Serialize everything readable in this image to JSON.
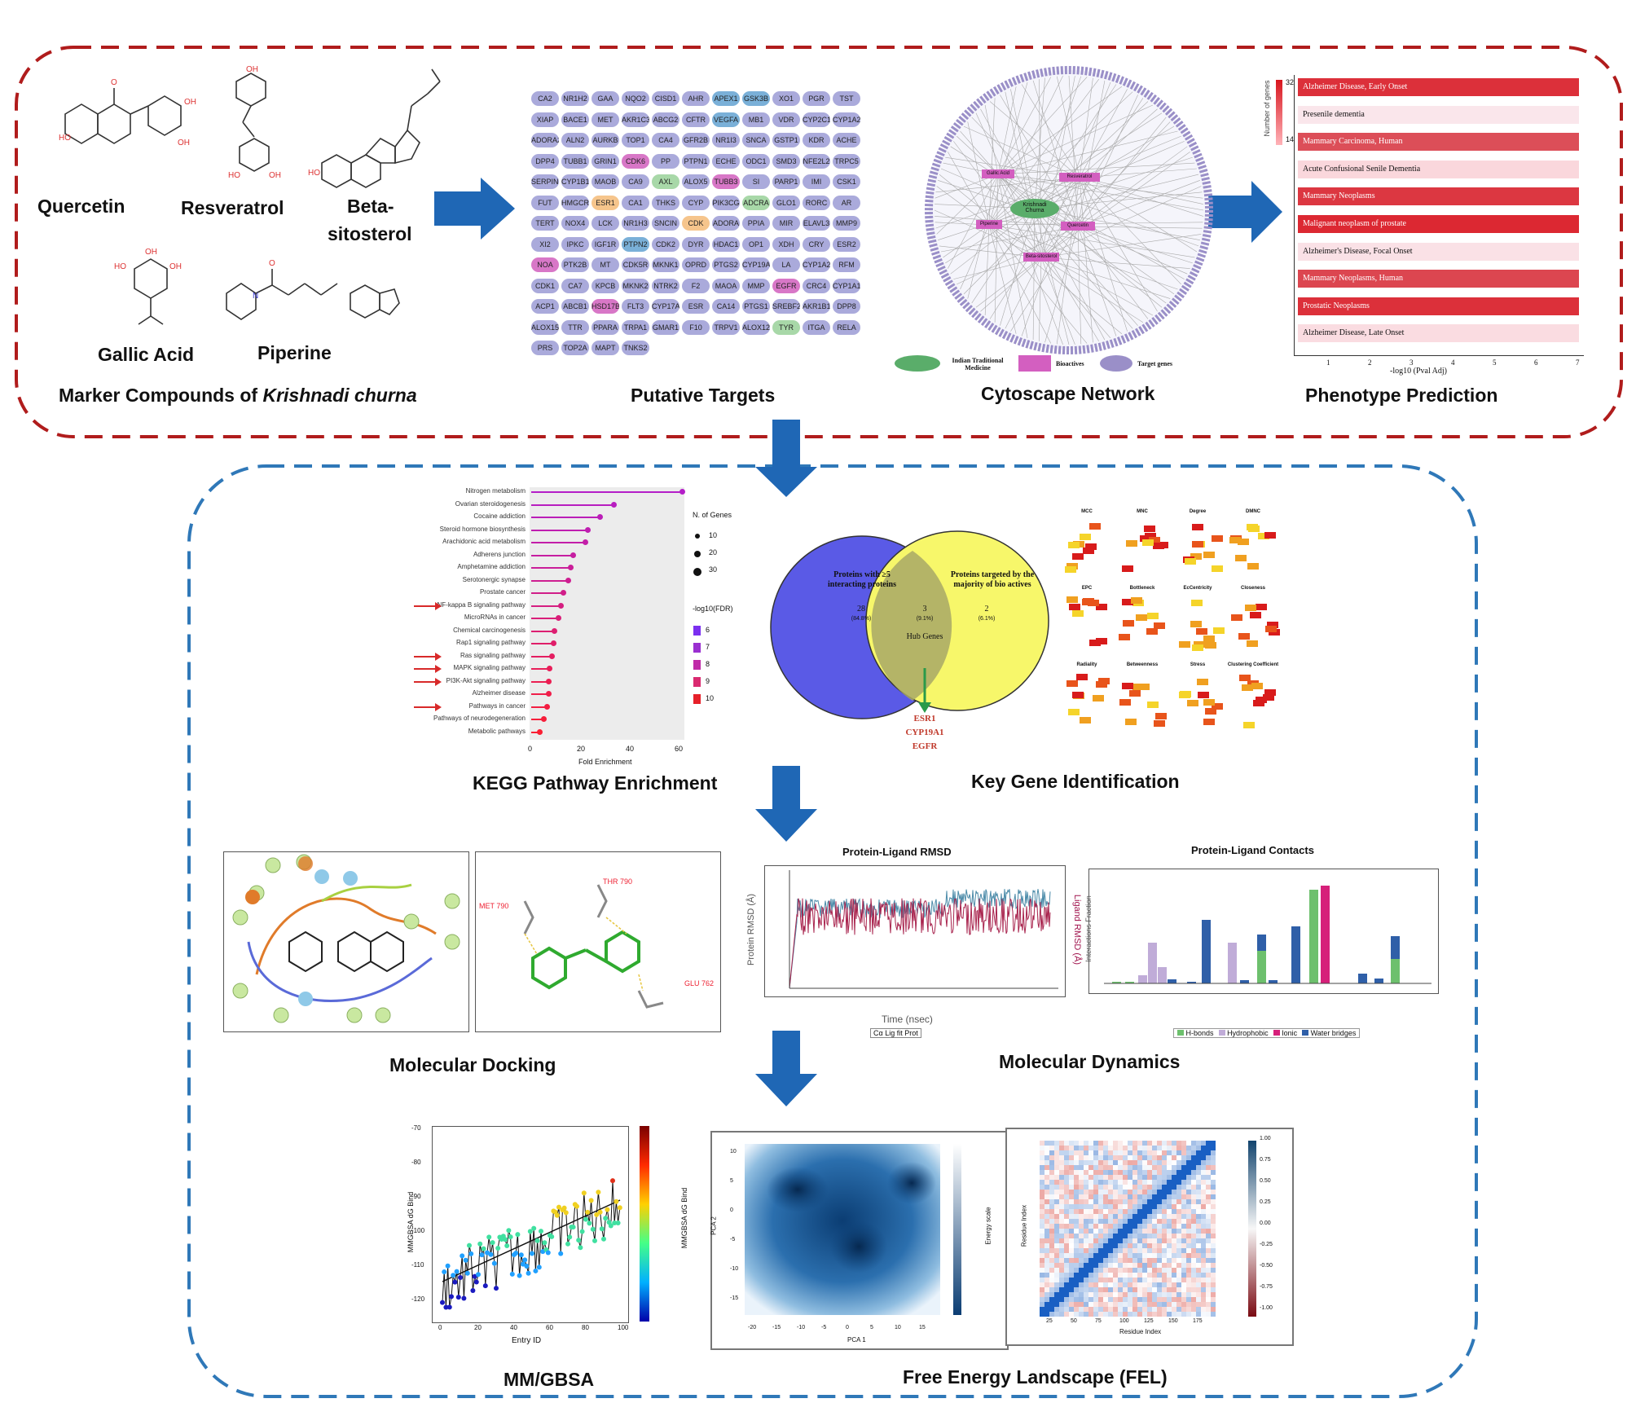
{
  "colors": {
    "top_border": "#b01c1c",
    "bottom_border": "#2f78b8",
    "arrow": "#1f67b5",
    "gene_default": "#aaaadb",
    "gene_pink": "#d877c7",
    "gene_blue": "#7ab0d8",
    "gene_green": "#a8d8a8",
    "gene_orange": "#f6c58c",
    "venn_left": "#5a5ae6",
    "venn_right": "#f7f76a"
  },
  "top": {
    "compounds": [
      "Quercetin",
      "Resveratrol",
      "Beta-",
      "sitosterol",
      "Gallic Acid",
      "Piperine"
    ],
    "caption_marker_prefix": "Marker Compounds of ",
    "caption_marker_italic": "Krishnadi churna",
    "caption_targets": "Putative Targets",
    "caption_network": "Cytoscape Network",
    "caption_phenotype": "Phenotype Prediction",
    "genes": [
      "CA2",
      "NR1H2",
      "GAA",
      "NQO2",
      "CISD1",
      "AHR",
      "APEX1",
      "GSK3B",
      "XO1",
      "PGR",
      "TST",
      "XIAP",
      "BACE1",
      "MET",
      "AKR1C3",
      "ABCG2",
      "CFTR",
      "VEGFA",
      "MB1",
      "VDR",
      "CYP2C19",
      "CYP1A2",
      "ADORA2A",
      "ALN2",
      "AURKB",
      "TOP1",
      "CA4",
      "GFR2B",
      "NR1I3",
      "SNCA",
      "GSTP1",
      "KDR",
      "ACHE",
      "DPP4",
      "TUBB1",
      "GRIN1",
      "CDK6",
      "PP",
      "PTPN1",
      "ECHE",
      "ODC1",
      "SMD3",
      "NFE2L2",
      "TRPC5",
      "SERPINE1",
      "CYP1B1",
      "MAOB",
      "CA9",
      "AXL",
      "ALOX5",
      "TUBB3",
      "SI",
      "PARP1",
      "IMI",
      "CSK1",
      "FUT",
      "HMGCR",
      "ESR1",
      "CA1",
      "THKS",
      "CYP",
      "PIK3CG",
      "ADCRA",
      "GLO1",
      "RORC",
      "AR",
      "TERT",
      "NOX4",
      "LCK",
      "NR1H3",
      "SNCIN",
      "CDK",
      "ADORA",
      "PPIA",
      "MIR",
      "ELAVL3",
      "MMP9",
      "XI2",
      "IPKC",
      "IGF1R",
      "PTPN2",
      "CDK2",
      "DYR",
      "HDAC1",
      "OP1",
      "XDH",
      "CRY",
      "ESR2",
      "NOA",
      "PTK2B",
      "MT",
      "CDK5R",
      "MKNK1",
      "OPRD",
      "PTGS2",
      "CYP19A1",
      "LA",
      "CYP1A2",
      "RFM",
      "CDK1",
      "CA7",
      "KPCB",
      "MKNK2",
      "NTRK2",
      "F2",
      "MAOA",
      "MMP",
      "EGFR",
      "CRC4",
      "CYP1A1",
      "ACP1",
      "ABCB1",
      "HSD17B3",
      "FLT3",
      "CYP17A1",
      "ESR",
      "CA14",
      "PTGS1",
      "SREBF2",
      "AKR1B1",
      "DPP8",
      "ALOX15",
      "TTR",
      "PPARA",
      "TRPA1",
      "GMAR1",
      "F10",
      "TRPV1",
      "ALOX12",
      "TYR",
      "ITGA",
      "RELA",
      "PRS",
      "TOP2A",
      "MAPT",
      "TNKS2"
    ],
    "network_legend": [
      "Indian Traditional Medicine",
      "Bioactives",
      "Target genes"
    ],
    "network_center": "Krishnadi Churna",
    "network_bioactives": [
      "Gallic Acid",
      "Resveratrol",
      "Piperine",
      "Quercetin",
      "Beta-sitosterol"
    ],
    "phenotypes": [
      "Alzheimer Disease, Early Onset",
      "Presenile dementia",
      "Mammary Carcinoma, Human",
      "Acute Confusional Senile Dementia",
      "Mammary Neoplasms",
      "Malignant neoplasm of prostate",
      "Alzheimer's Disease, Focal Onset",
      "Mammary Neoplasms, Human",
      "Prostatic Neoplasms",
      "Alzheimer Disease, Late Onset"
    ],
    "phenotype_values": [
      0.95,
      0.2,
      0.75,
      0.35,
      0.9,
      1.0,
      0.25,
      0.8,
      0.95,
      0.3
    ],
    "phenotype_xlabel": "-log10 (Pval Adj)",
    "phenotype_ticks": [
      "1",
      "2",
      "3",
      "4",
      "5",
      "6",
      "7"
    ],
    "phenotype_legend_title": "Number of genes",
    "phenotype_legend_vals": [
      "32",
      "14"
    ]
  },
  "bottom": {
    "caption_kegg": "KEGG Pathway Enrichment",
    "caption_keygene": "Key Gene Identification",
    "caption_docking": "Molecular Docking",
    "caption_md": "Molecular Dynamics",
    "caption_mmgbsa": "MM/GBSA",
    "caption_fel": "Free Energy Landscape (FEL)",
    "kegg": {
      "pathways": [
        "Nitrogen metabolism",
        "Ovarian steroidogenesis",
        "Cocaine addiction",
        "Steroid hormone biosynthesis",
        "Arachidonic acid metabolism",
        "Adherens junction",
        "Amphetamine addiction",
        "Serotonergic synapse",
        "Prostate cancer",
        "NF-kappa B signaling pathway",
        "MicroRNAs in cancer",
        "Chemical carcinogenesis",
        "Rap1 signaling pathway",
        "Ras signaling pathway",
        "MAPK signaling pathway",
        "PI3K-Akt signaling pathway",
        "Alzheimer disease",
        "Pathways in cancer",
        "Pathways of neurodegeneration",
        "Metabolic pathways"
      ],
      "values": [
        62,
        34,
        28,
        23,
        22,
        17,
        16,
        15,
        13,
        12,
        11,
        9.5,
        9,
        8.5,
        7.5,
        7,
        7,
        6.5,
        5,
        3.5
      ],
      "arrows_at": [
        9,
        13,
        14,
        15,
        17
      ],
      "xlabel": "Fold Enrichment",
      "xticks": [
        "0",
        "20",
        "40",
        "60"
      ],
      "legend_genes_title": "N. of Genes",
      "legend_genes": [
        "10",
        "20",
        "30"
      ],
      "legend_fdr_title": "-log10(FDR)",
      "legend_fdr": [
        "6",
        "7",
        "8",
        "9",
        "10"
      ]
    },
    "venn": {
      "left_label": "Proteins with ≥5 interacting proteins",
      "left_count": "28",
      "left_pct": "(84.8%)",
      "mid_count": "3",
      "mid_pct": "(9.1%)",
      "mid_label": "Hub Genes",
      "right_label": "Proteins targeted by the majority of bio actives",
      "right_count": "2",
      "right_pct": "(6.1%)",
      "hub_genes": [
        "ESR1",
        "CYP19A1",
        "EGFR"
      ]
    },
    "cytohubba": [
      "MCC",
      "MNC",
      "Degree",
      "DMNC",
      "EPC",
      "Bottleneck",
      "EcCentricity",
      "Closeness",
      "Radiality",
      "Betweenness",
      "Stress",
      "Clustering Coefficient"
    ],
    "docking_left_residues": [
      "MET 790",
      "THR 790",
      "GLU 762"
    ],
    "rmsd": {
      "title": "Protein-Ligand RMSD",
      "xlabel": "Time (nsec)",
      "ylabel_left": "Protein RMSD (Å)",
      "ylabel_right": "Ligand RMSD (Å)",
      "legend": "Cα  Lig fit Prot"
    },
    "contacts": {
      "title": "Protein-Ligand Contacts",
      "ylabel": "Interactions Fraction",
      "legend": [
        "H-bonds",
        "Hydrophobic",
        "Ionic",
        "Water bridges"
      ]
    },
    "mmgbsa": {
      "xlabel": "Entry ID",
      "ylabel": "MMGBSA dG Bind",
      "colorbar_label": "MMGBSA dG Bind",
      "yticks": [
        "-70",
        "-80",
        "-90",
        "-100",
        "-110",
        "-120"
      ],
      "xticks": [
        "0",
        "20",
        "40",
        "60",
        "80",
        "100"
      ]
    },
    "fel": {
      "xlabel": "PCA 1",
      "ylabel": "PCA 2",
      "colorbar_label": "Energy scale",
      "xticks": [
        "-20",
        "-15",
        "-10",
        "-5",
        "0",
        "5",
        "10",
        "15"
      ],
      "yticks": [
        "10",
        "5",
        "0",
        "-5",
        "-10",
        "-15"
      ]
    },
    "dccm": {
      "xlabel": "Residue Index",
      "ylabel": "Residue Index",
      "ticks": [
        "25",
        "50",
        "75",
        "100",
        "125",
        "150",
        "175"
      ],
      "colorbar": [
        "1.00",
        "0.75",
        "0.50",
        "0.25",
        "0.00",
        "-0.25",
        "-0.50",
        "-0.75",
        "-1.00"
      ]
    }
  }
}
